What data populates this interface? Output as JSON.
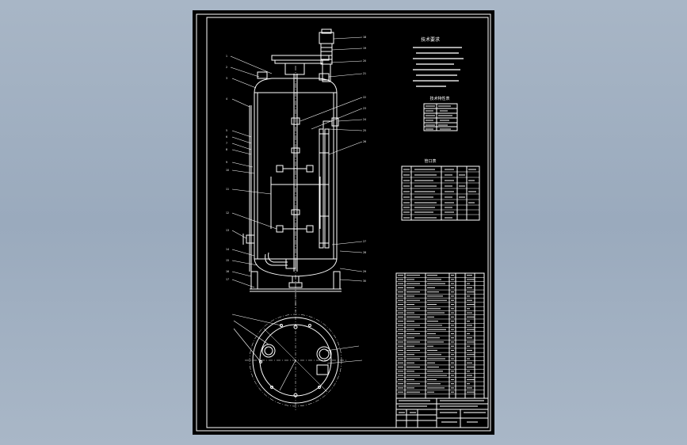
{
  "colors": {
    "background": "#9fadbf",
    "sheet": "#000000",
    "lines": "#ffffff"
  },
  "note_block": {
    "title": "技术要求"
  },
  "spec_table": {
    "title": "技术特性表"
  },
  "nozzle_table": {
    "title": "管口表"
  }
}
